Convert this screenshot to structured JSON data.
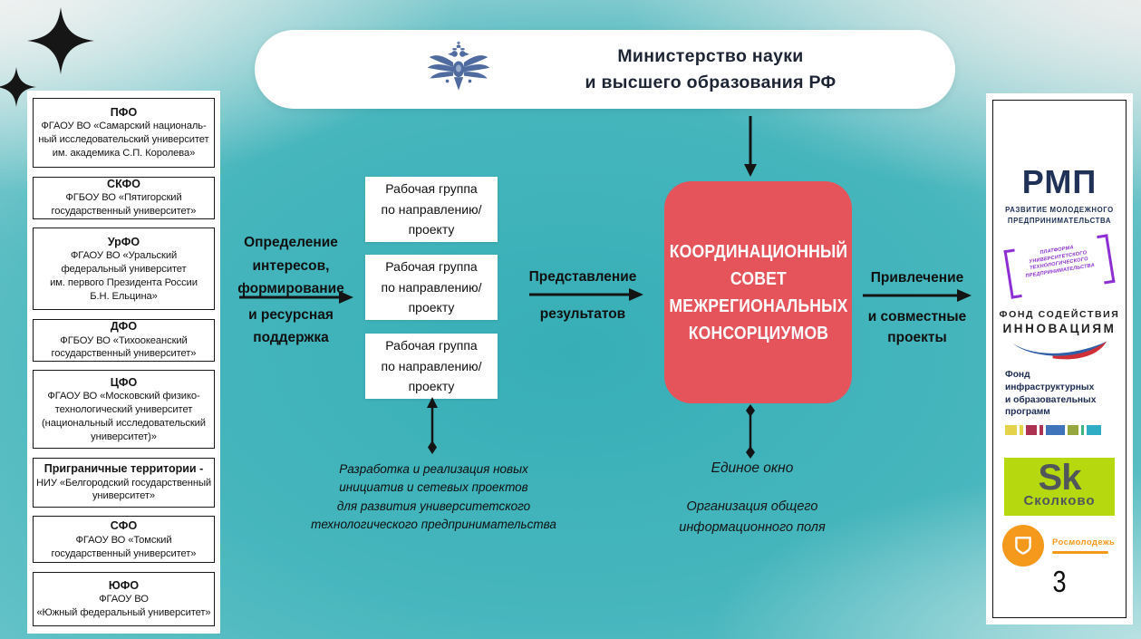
{
  "colors": {
    "background_teal": "#44b5bc",
    "council_red": "#e5535b",
    "rmp_navy": "#203158",
    "platform_purple": "#8e2fd3",
    "fsi_blue": "#2f5fa8",
    "fsi_red": "#cf3038",
    "fiop_navy": "#1c2b52",
    "skolkovo_lime": "#b6d80f",
    "rosmol_orange": "#f5991d"
  },
  "styles": {
    "council_bg": "background:#e5535b",
    "sk_bg": "background:#b6d80f",
    "rosmol_circle_bg": "background:#f5991d",
    "fiop_swatches": [
      "width:13px;background:#e5d24b",
      "width:4px;background:#e5d24b",
      "width:12px;background:#ad3150",
      "width:4px;background:#ad3150",
      "width:21px;background:#3f74bb",
      "width:12px;background:#96a73e",
      "width:3px;background:#43b183",
      "width:16px;background:#2fadc4"
    ]
  },
  "ministry": {
    "title": "Министерство науки\nи высшего образования РФ"
  },
  "left_panel": {
    "items": [
      {
        "title": "ПФО",
        "body": "ФГАОУ ВО «Самарский националь-\nный исследовательский университет\nим. академика С.П. Королева»"
      },
      {
        "title": "СКФО",
        "body": "ФГБОУ ВО «Пятигорский\nгосударственный университет»"
      },
      {
        "title": "УрФО",
        "body": "ФГАОУ ВО «Уральский\nфедеральный университет\nим. первого Президента России\nБ.Н. Ельцина»"
      },
      {
        "title": "ДФО",
        "body": "ФГБОУ ВО «Тихоокеанский\nгосударственный университет»"
      },
      {
        "title": "ЦФО",
        "body": "ФГАОУ ВО «Московский физико-\nтехнологический университет\n(национальный исследовательский\nуниверситет)»"
      },
      {
        "title": "Приграничные территории -",
        "body": "НИУ «Белгородский государственный\nуниверситет»"
      },
      {
        "title": "СФО",
        "body": "ФГАОУ ВО «Томский\nгосударственный университет»"
      },
      {
        "title": "ЮФО",
        "body": "ФГАОУ ВО\n«Южный федеральный университет»"
      }
    ]
  },
  "flow": {
    "stage1_top": "Определение\nинтересов,\nформирование",
    "stage1_bottom": "и ресурсная\nподдержка",
    "working_group": "Рабочая группа\nпо направлению/\nпроекту",
    "stage2_top": "Представление",
    "stage2_bottom": "результатов",
    "council": "КООРДИНАЦИОННЫЙ\nСОВЕТ\nМЕЖРЕГИОНАЛЬНЫХ\nКОНСОРЦИУМОВ",
    "stage3_top": "Привлечение",
    "stage3_bottom": "и совместные\nпроекты",
    "wg_note": "Разработка и реализация новых\nинициатив и сетевых проектов\nдля развития университетского\nтехнологического предпринимательства",
    "single_window": "Единое окно",
    "info_note": "Организация общего\nинформационного поля"
  },
  "right_panel": {
    "rmp_logo": "РМП",
    "rmp_caption": "РАЗВИТИЕ МОЛОДЕЖНОГО\nПРЕДПРИНИМАТЕЛЬСТВА",
    "platform_caption": "ПЛАТФОРМА\nУНИВЕРСИТЕТСКОГО\nТЕХНОЛОГИЧЕСКОГО\nПРЕДПРИНИМАТЕЛЬСТВА",
    "fsi_line1": "ФОНД СОДЕЙСТВИЯ",
    "fsi_line2": "ИННОВАЦИЯМ",
    "fiop_caption": "Фонд инфраструктурных\nи образовательных\nпрограмм",
    "sk_logo": "Sk",
    "sk_caption": "Сколково",
    "rosmol_caption": "Росмолодежь",
    "page_number": "3"
  }
}
